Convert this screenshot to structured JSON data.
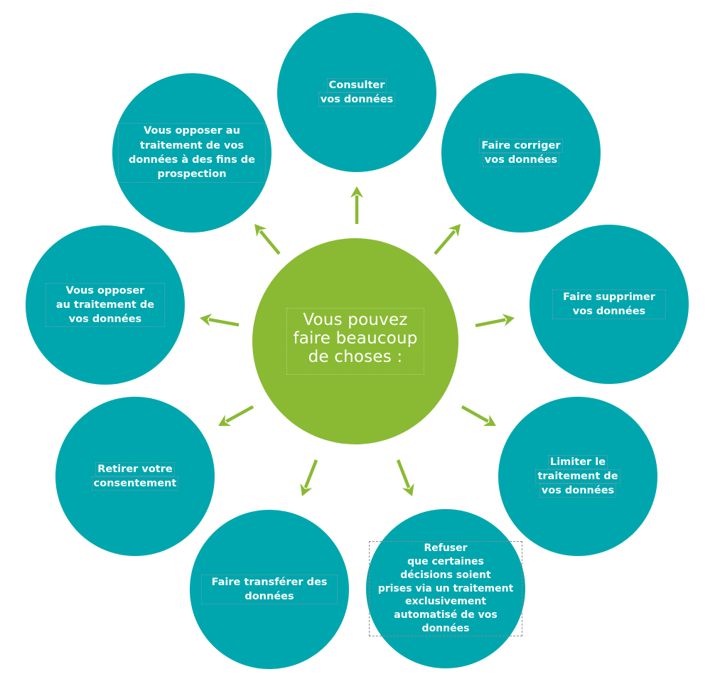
{
  "colors": {
    "outer_circle": "#00a6ae",
    "center_circle": "#8aba33",
    "arrow": "#8aba33",
    "text": "#ffffff",
    "background": "#ffffff"
  },
  "center": {
    "lines": [
      "Vous pouvez",
      "faire beaucoup",
      "de choses :"
    ]
  },
  "nodes": [
    {
      "id": "consulter",
      "lines": [
        "Consulter",
        "vos données"
      ]
    },
    {
      "id": "corriger",
      "lines": [
        "Faire corriger",
        "vos données"
      ]
    },
    {
      "id": "supprimer",
      "lines": [
        "Faire supprimer",
        "vos données"
      ]
    },
    {
      "id": "limiter",
      "lines": [
        "Limiter le",
        "traitement de",
        "vos données"
      ]
    },
    {
      "id": "refuser",
      "lines": [
        "Refuser",
        "que certaines",
        "décisions soient",
        "prises via un traitement",
        "exclusivement",
        "automatisé de vos",
        "données"
      ]
    },
    {
      "id": "transferer",
      "lines": [
        "Faire transférer des",
        "données"
      ]
    },
    {
      "id": "retirer",
      "lines": [
        "Retirer votre",
        "consentement"
      ]
    },
    {
      "id": "opposer",
      "lines": [
        "Vous opposer",
        "au traitement de",
        "vos données"
      ]
    },
    {
      "id": "prospection",
      "lines": [
        "Vous opposer au",
        "traitement de vos",
        "données à des fins de",
        "prospection"
      ]
    }
  ],
  "arrow_icon": "arrow-icon"
}
